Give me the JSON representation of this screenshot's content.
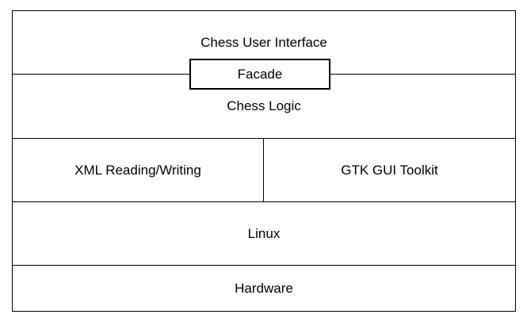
{
  "diagram": {
    "layers": {
      "chess_user_interface": "Chess User Interface",
      "facade": "Facade",
      "chess_logic": "Chess Logic",
      "xml_reading_writing": "XML Reading/Writing",
      "gtk_gui_toolkit": "GTK GUI Toolkit",
      "linux": "Linux",
      "hardware": "Hardware"
    },
    "colors": {
      "border": "#000000",
      "background": "#ffffff",
      "text": "#000000"
    }
  }
}
